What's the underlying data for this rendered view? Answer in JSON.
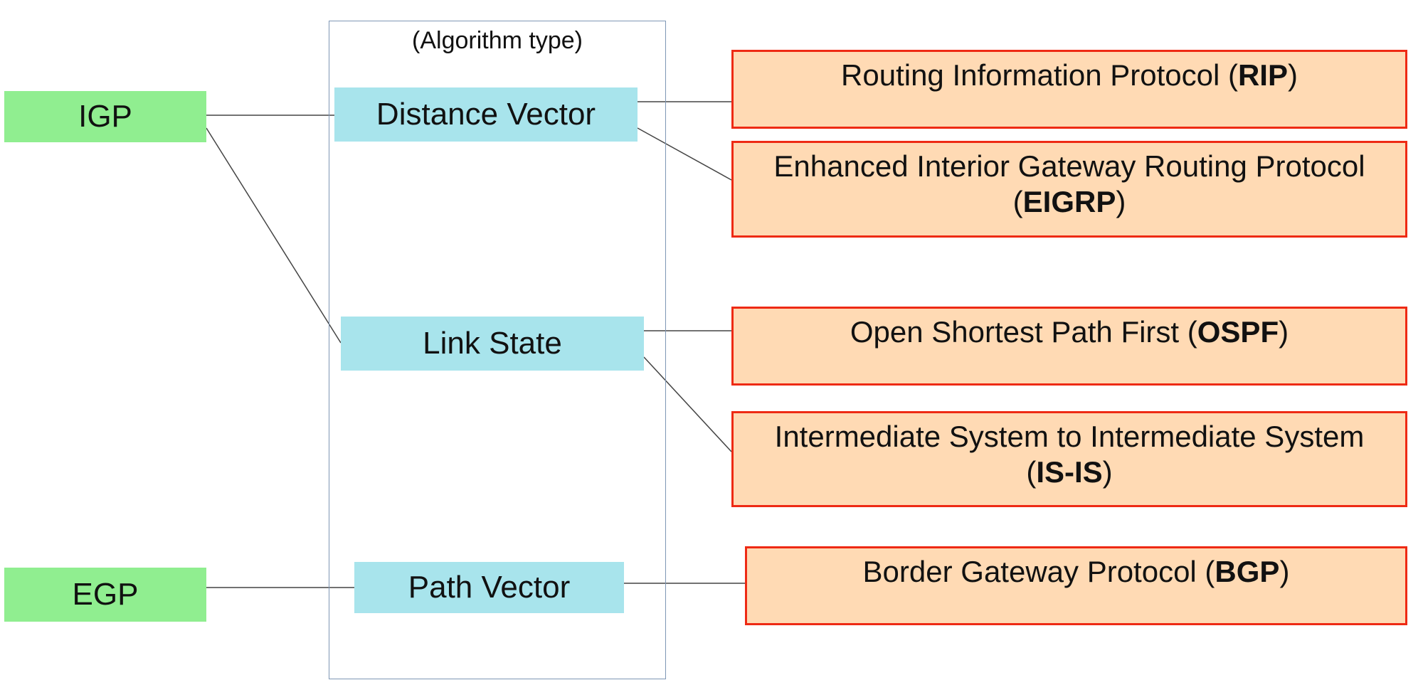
{
  "group": {
    "label": "(Algorithm type)"
  },
  "classes": {
    "igp": "IGP",
    "egp": "EGP"
  },
  "algorithms": {
    "distance_vector": "Distance Vector",
    "link_state": "Link State",
    "path_vector": "Path Vector"
  },
  "protocols": {
    "rip": {
      "name": "Routing Information Protocol (",
      "abbr": "RIP",
      "close": ")"
    },
    "eigrp": {
      "name": "Enhanced Interior Gateway Routing Protocol (",
      "abbr": "EIGRP",
      "close": ")"
    },
    "ospf": {
      "name": "Open Shortest Path First (",
      "abbr": "OSPF",
      "close": ")"
    },
    "isis": {
      "name": "Intermediate System to Intermediate System (",
      "abbr": "IS-IS",
      "close": ")"
    },
    "bgp": {
      "name": "Border Gateway Protocol (",
      "abbr": "BGP",
      "close": ")"
    }
  },
  "colors": {
    "class_fill": "#90ee90",
    "algorithm_fill": "#a8e4ec",
    "protocol_fill": "#ffdab4",
    "protocol_border": "#ee2a14",
    "group_border": "#7f97b5",
    "connector": "#444444"
  },
  "connections": [
    [
      "igp",
      "distance_vector"
    ],
    [
      "igp",
      "link_state"
    ],
    [
      "egp",
      "path_vector"
    ],
    [
      "distance_vector",
      "rip"
    ],
    [
      "distance_vector",
      "eigrp"
    ],
    [
      "link_state",
      "ospf"
    ],
    [
      "link_state",
      "isis"
    ],
    [
      "path_vector",
      "bgp"
    ]
  ]
}
